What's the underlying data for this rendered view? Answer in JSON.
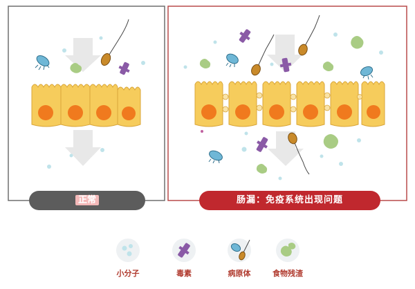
{
  "panels": {
    "left_label": "正常",
    "right_label": "肠漏：免疫系统出现问题"
  },
  "legend": [
    {
      "label": "小分子",
      "icon": "small-molecule-icon"
    },
    {
      "label": "毒素",
      "icon": "toxin-icon"
    },
    {
      "label": "病原体",
      "icon": "pathogen-icon"
    },
    {
      "label": "食物残渣",
      "icon": "food-residue-icon"
    }
  ],
  "colors": {
    "cell_fill": "#f6cc5c",
    "cell_stroke": "#d9a63a",
    "nucleus": "#f07a1e",
    "toxin": "#8a5aa6",
    "food_residue": "#a9cc84",
    "small_molecule": "#bfe3ea",
    "bacterium": "#6fb7d6",
    "pathogen": "#c98a2a",
    "arrow": "#e6e6e6",
    "normal_label_bg": "#5c5c5c",
    "leaky_label_bg": "#c0282e",
    "right_frame": "#b94a4a"
  }
}
